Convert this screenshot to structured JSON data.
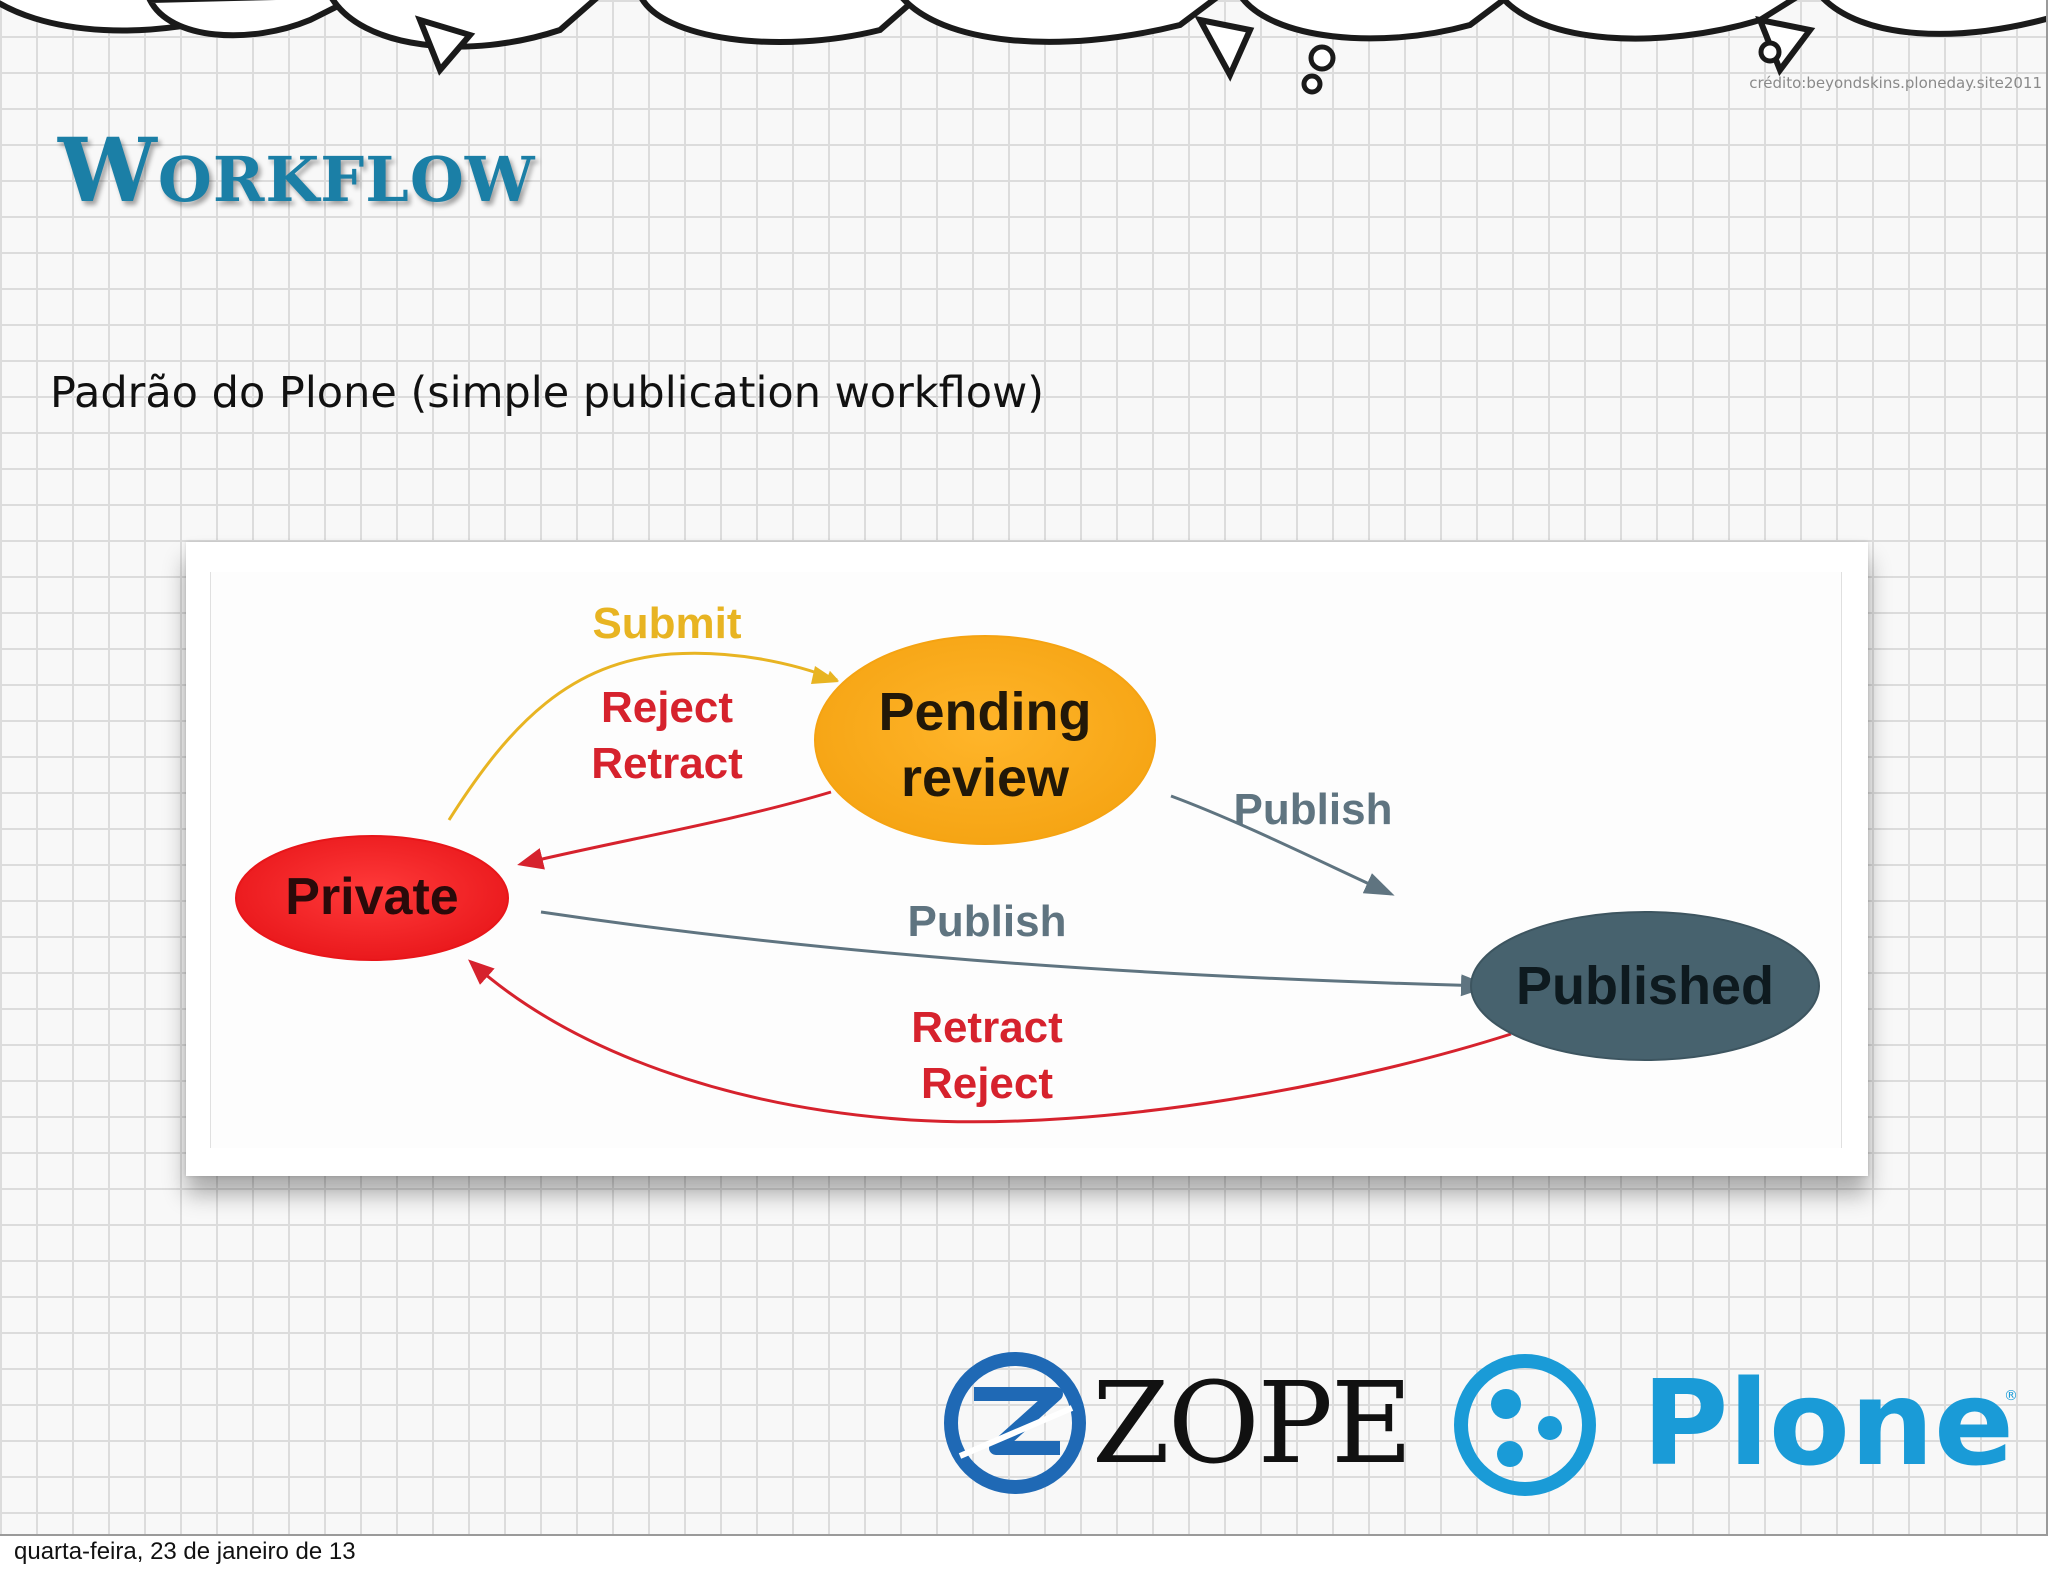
{
  "credit": "crédito:beyondskins.ploneday.site2011",
  "slide": {
    "title": "Workflow",
    "subtitle": "Padrão do Plone (simple publication workflow)"
  },
  "diagram": {
    "nodes": {
      "private": "Private",
      "pending_line1": "Pending",
      "pending_line2": "review",
      "published": "Published"
    },
    "edges": {
      "submit": "Submit",
      "reject_retract_line1": "Reject",
      "reject_retract_line2": "Retract",
      "publish_from_pending": "Publish",
      "publish_from_private": "Publish",
      "retract_reject_line1": "Retract",
      "retract_reject_line2": "Reject"
    },
    "colors": {
      "private": "#e8161a",
      "pending": "#f5a312",
      "published": "#47626e",
      "submit_edge": "#e8b422",
      "return_edge": "#d6222d",
      "publish_edge": "#5f7480"
    }
  },
  "logos": {
    "zope": "ZOPE",
    "plone": "Plone",
    "plone_mark": "®"
  },
  "footer": {
    "date": "quarta-feira, 23 de janeiro de 13"
  }
}
